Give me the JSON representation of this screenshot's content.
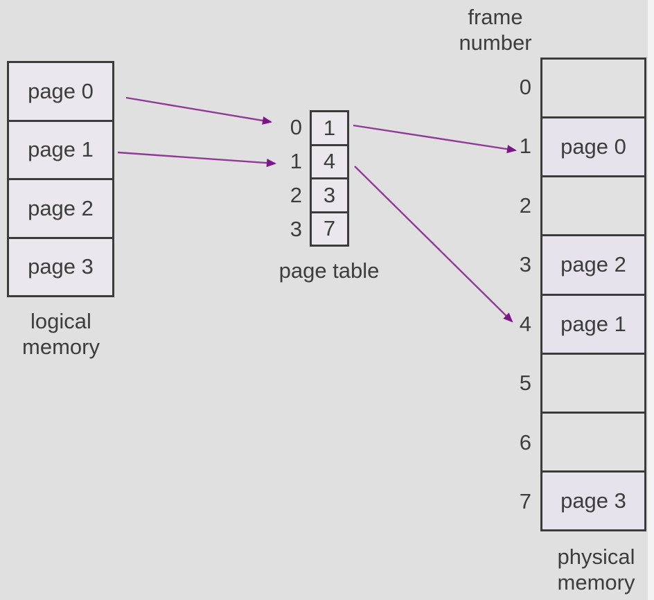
{
  "colors": {
    "background": "#e1e0e1",
    "edge_strip": "#f4f3f3",
    "box_border": "#3b3b3b",
    "cell_fill": "#eae8ec",
    "empty_frame_fill": "#e2e1e2",
    "filled_frame_fill": "#e7e3ec",
    "text": "#3d3d3d",
    "arrow_line": "#8f3a96",
    "arrow_head": "#7c1588"
  },
  "logical_memory": {
    "label_line1": "logical",
    "label_line2": "memory",
    "pages": [
      {
        "label": "page 0"
      },
      {
        "label": "page 1"
      },
      {
        "label": "page 2"
      },
      {
        "label": "page 3"
      }
    ]
  },
  "page_table": {
    "label": "page table",
    "entries": [
      {
        "index": "0",
        "frame": "1"
      },
      {
        "index": "1",
        "frame": "4"
      },
      {
        "index": "2",
        "frame": "3"
      },
      {
        "index": "3",
        "frame": "7"
      }
    ]
  },
  "physical_memory": {
    "header_line1": "frame",
    "header_line2": "number",
    "label_line1": "physical",
    "label_line2": "memory",
    "frames": [
      {
        "number": "0",
        "content": ""
      },
      {
        "number": "1",
        "content": "page 0"
      },
      {
        "number": "2",
        "content": ""
      },
      {
        "number": "3",
        "content": "page 2"
      },
      {
        "number": "4",
        "content": "page 1"
      },
      {
        "number": "5",
        "content": ""
      },
      {
        "number": "6",
        "content": ""
      },
      {
        "number": "7",
        "content": "page 3"
      }
    ]
  },
  "arrows": [
    {
      "name": "page0-to-table-entry0",
      "from": "page 0",
      "to": "page table index 0"
    },
    {
      "name": "page1-to-table-entry1",
      "from": "page 1",
      "to": "page table index 1"
    },
    {
      "name": "table-entry0-to-frame1",
      "from": "page table frame value 1",
      "to": "physical frame 1"
    },
    {
      "name": "table-entry1-to-frame4",
      "from": "page table frame value 4",
      "to": "physical frame 4"
    }
  ]
}
